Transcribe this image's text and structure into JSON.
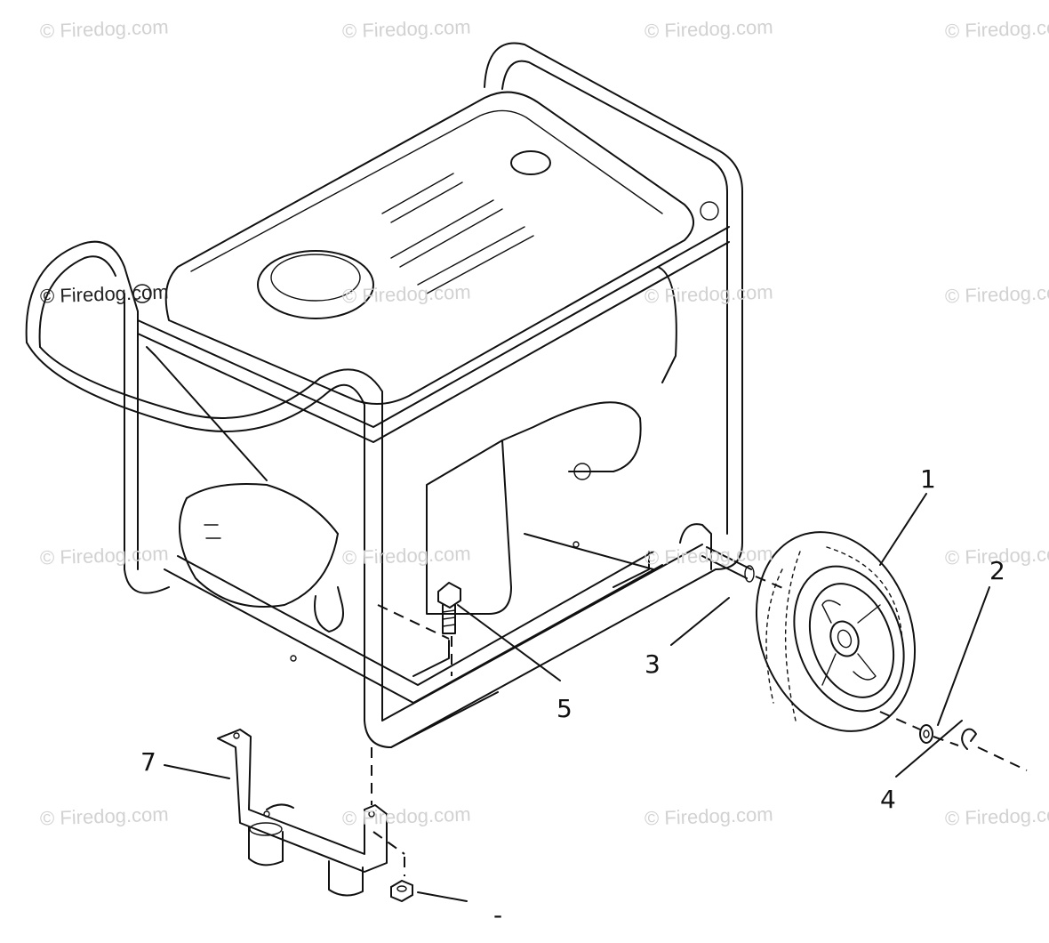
{
  "watermark": {
    "text": "© Firedog.com"
  },
  "callouts": [
    {
      "id": "1",
      "label": "1"
    },
    {
      "id": "2",
      "label": "2"
    },
    {
      "id": "3",
      "label": "3"
    },
    {
      "id": "4",
      "label": "4"
    },
    {
      "id": "5",
      "label": "5"
    },
    {
      "id": "7",
      "label": "7"
    },
    {
      "id": "6",
      "label": "-"
    }
  ],
  "colors": {
    "line": "#111111",
    "watermark_faint": "#d2d2d2",
    "watermark_main": "#222222",
    "background": "#ffffff"
  }
}
